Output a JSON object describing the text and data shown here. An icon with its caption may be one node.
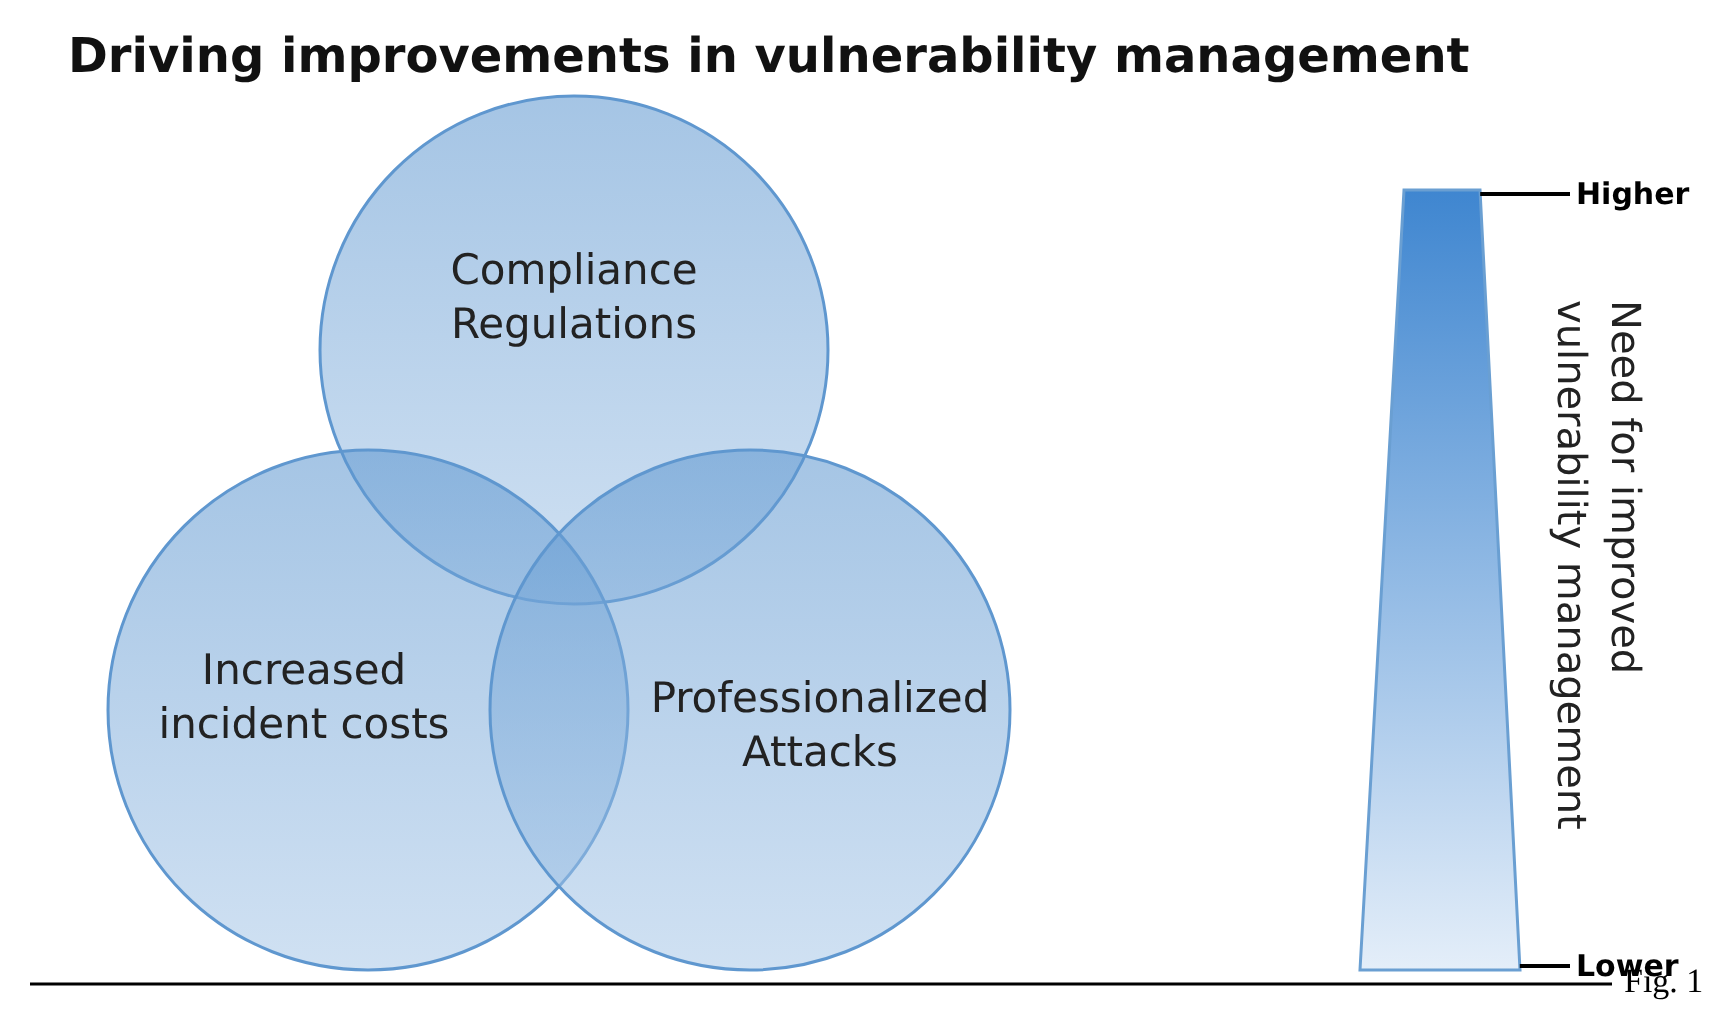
{
  "diagram": {
    "title": "Driving improvements in vulnerability management",
    "caption": "Fig. 1",
    "nodes": [
      {
        "text": [
          "Compliance Regulations"
        ]
      },
      {
        "text": [
          "Increased incident costs"
        ]
      },
      {
        "text": [
          "Professionalized Attacks"
        ]
      },
      {
        "text": [],
        "shape": "bar"
      },
      {
        "text": [
          "Higher"
        ]
      },
      {
        "text": [
          "Lower"
        ]
      }
    ],
    "edges": [
      {
        "from": 4,
        "to": 3,
        "arrow": "none"
      },
      {
        "from": 5,
        "to": 3,
        "arrow": "none"
      }
    ],
    "labels": [
      "Need for improved vulnerability management"
    ]
  }
}
